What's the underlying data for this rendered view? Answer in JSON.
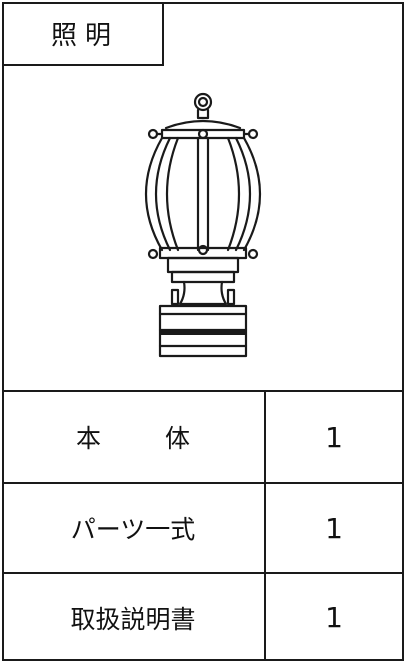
{
  "title": "照明",
  "illustration": {
    "icon": "lantern-lamp-icon"
  },
  "items": [
    {
      "name": "本 体",
      "qty": "1"
    },
    {
      "name": "パーツ一式",
      "qty": "1"
    },
    {
      "name": "取扱説明書",
      "qty": "1"
    }
  ]
}
